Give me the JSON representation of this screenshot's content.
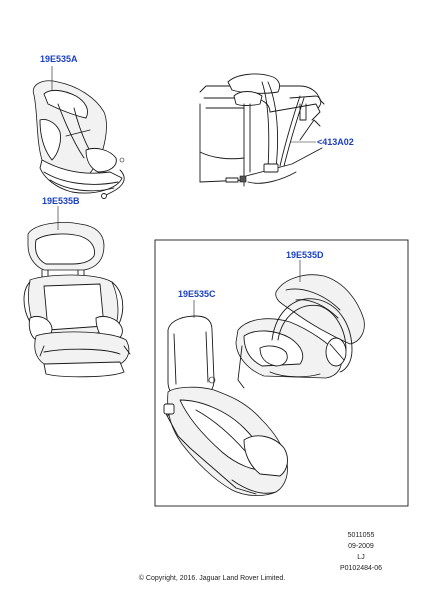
{
  "callouts": {
    "seat_a": "19E535A",
    "seat_b": "19E535B",
    "seat_c": "19E535C",
    "seat_d": "19E535D",
    "belt": "<413A02"
  },
  "footer": {
    "ref": "5011055",
    "date": "09-2009",
    "code": "LJ",
    "part": "P0102484-06",
    "copyright": "© Copyright, 2016. Jaguar Land Rover Limited."
  },
  "icons": [
    "child-seat-forward-icon",
    "booster-seat-icon",
    "carrycot-base-icon",
    "infant-carrier-icon",
    "seat-belt-icon"
  ]
}
